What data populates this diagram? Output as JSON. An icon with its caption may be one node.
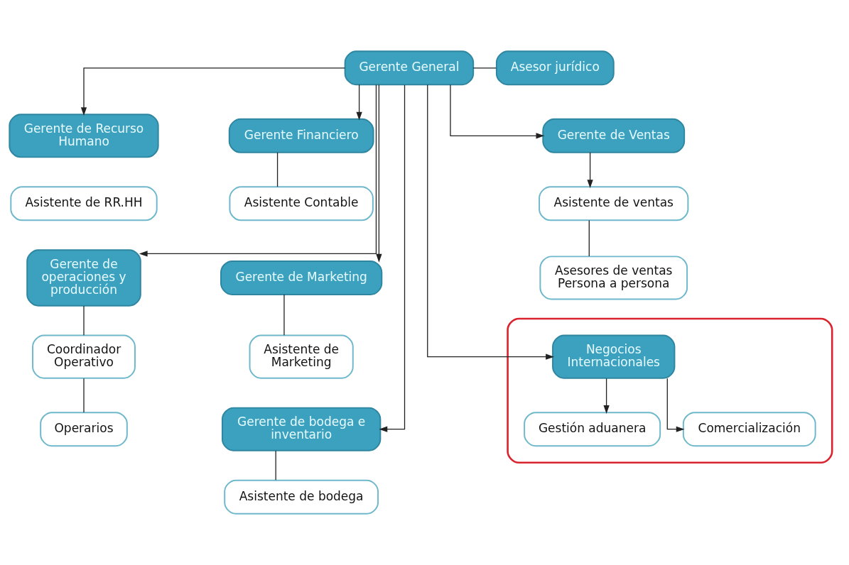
{
  "diagram": {
    "nodes": [
      {
        "text": [
          "Gerente General"
        ]
      },
      {
        "text": [
          "Asesor jurídico"
        ]
      },
      {
        "text": [
          "Gerente Financiero"
        ]
      },
      {
        "text": [
          "Asistente Contable"
        ]
      },
      {
        "text": [
          "Gerente de Recurso Humano"
        ]
      },
      {
        "text": [
          "Asistente de RR.HH"
        ]
      },
      {
        "text": [
          "Gerente de Ventas"
        ]
      },
      {
        "text": [
          "Asistente de ventas"
        ]
      },
      {
        "text": [
          "Asesores de ventas Persona a persona"
        ]
      },
      {
        "text": [
          "Gerente de Marketing"
        ]
      },
      {
        "text": [
          "Asistente de Marketing"
        ]
      },
      {
        "text": [
          "Gerente de operaciones y producción"
        ]
      },
      {
        "text": [
          "Gerente de bodega e inventario"
        ]
      },
      {
        "text": [
          "Asistente de bodega"
        ]
      },
      {
        "text": [
          "Coordinador Operativo"
        ]
      },
      {
        "text": [
          "Operarios"
        ]
      },
      {
        "text": [],
        "shape": "box"
      },
      {
        "text": [
          "Negocios Internacionales"
        ],
        "in": 16
      },
      {
        "text": [
          "Gestión aduanera"
        ],
        "in": 16
      },
      {
        "text": [
          "Comercialización"
        ],
        "in": 16
      }
    ],
    "edges": [
      {
        "from": 1,
        "to": 0,
        "arrow": "none"
      },
      {
        "from": 0,
        "to": 2,
        "arrow": "to"
      },
      {
        "from": 0,
        "to": 4,
        "arrow": "to"
      },
      {
        "from": 0,
        "to": 6,
        "arrow": "to"
      },
      {
        "from": 0,
        "to": 9,
        "arrow": "to"
      },
      {
        "from": 0,
        "to": 11,
        "arrow": "to"
      },
      {
        "from": 0,
        "to": 12,
        "arrow": "to"
      },
      {
        "from": 0,
        "to": 17,
        "arrow": "to"
      },
      {
        "from": 2,
        "to": 3,
        "arrow": "none"
      },
      {
        "from": 6,
        "to": 7,
        "arrow": "to"
      },
      {
        "from": 7,
        "to": 8,
        "arrow": "none"
      },
      {
        "from": 9,
        "to": 10,
        "arrow": "none"
      },
      {
        "from": 11,
        "to": 14,
        "arrow": "none"
      },
      {
        "from": 14,
        "to": 15,
        "arrow": "none"
      },
      {
        "from": 12,
        "to": 13,
        "arrow": "none"
      },
      {
        "from": 17,
        "to": 18,
        "arrow": "to"
      },
      {
        "from": 17,
        "to": 19,
        "arrow": "to"
      }
    ]
  }
}
